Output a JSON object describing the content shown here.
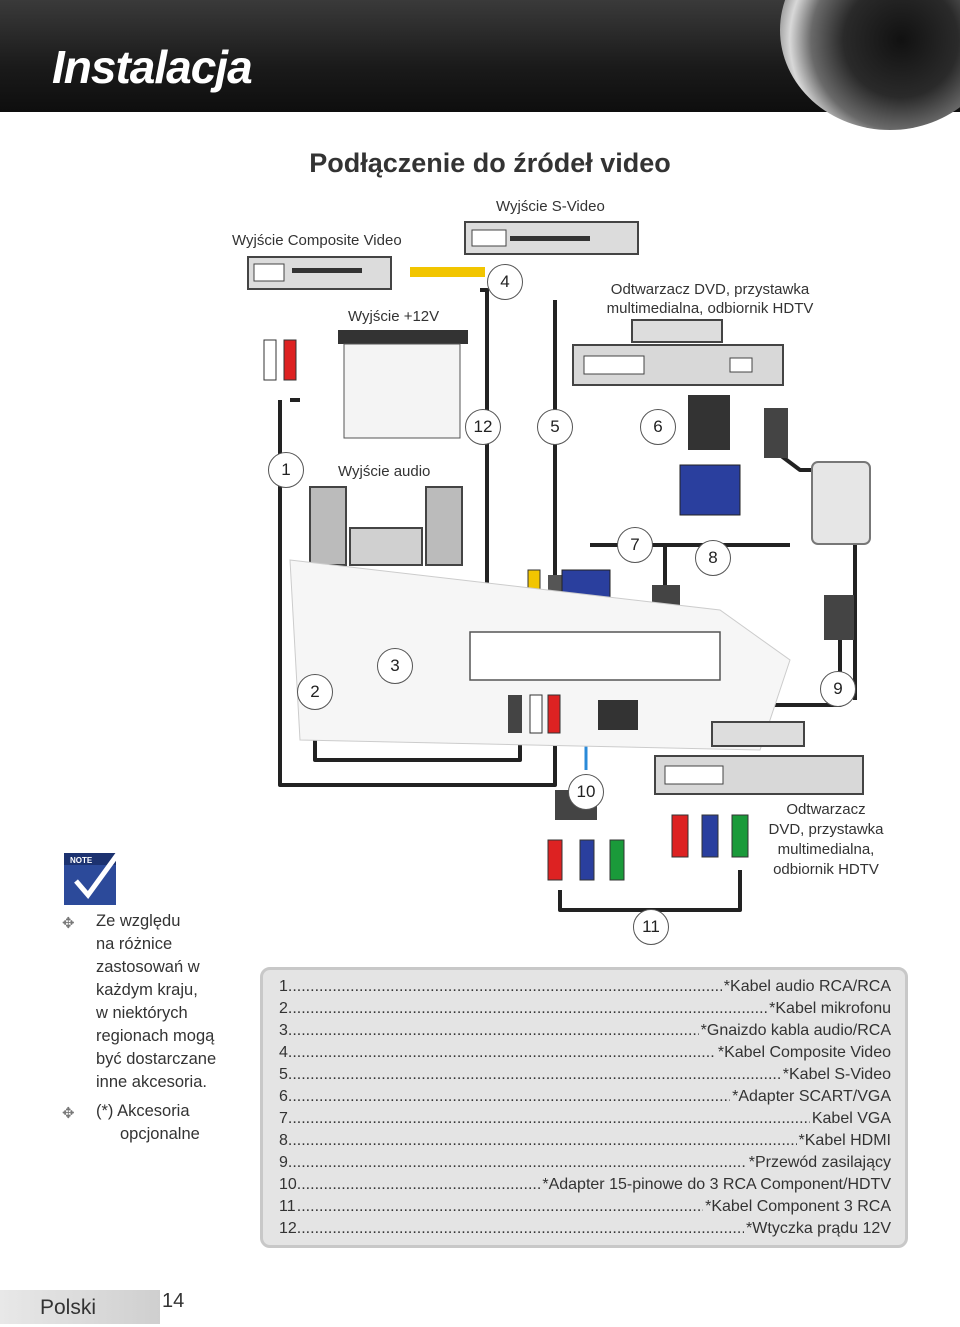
{
  "header": {
    "title": "Instalacja"
  },
  "section_title": "Podłączenie do źródeł video",
  "labels": {
    "svideo_out": "Wyjście S-Video",
    "composite_out": "Wyjście Composite Video",
    "dvd_top": "Odtwarzacz DVD, przystawka multimedialna, odbiornik HDTV",
    "dvd_top_line1": "Odtwarzacz DVD, przystawka",
    "dvd_top_line2": "multimedialna, odbiornik HDTV",
    "plus12v": "Wyjście +12V",
    "audio_out": "Wyjście audio",
    "dvd_bottom_line1": "Odtwarzacz",
    "dvd_bottom_line2": "DVD, przystawka",
    "dvd_bottom_line3": "multimedialna,",
    "dvd_bottom_line4": "odbiornik HDTV"
  },
  "callouts": [
    "1",
    "2",
    "3",
    "4",
    "5",
    "6",
    "7",
    "8",
    "9",
    "10",
    "11",
    "12"
  ],
  "notes": {
    "items": [
      {
        "line1": "Ze względu",
        "rest": [
          "na różnice",
          "zastosowań w",
          "każdym kraju,",
          "w niektórych",
          "regionach mogą",
          "być dostarczane",
          "inne akcesoria."
        ]
      },
      {
        "line1": "(*) Akcesoria",
        "rest": [
          "opcjonalne"
        ]
      }
    ]
  },
  "parts": [
    {
      "num": "1",
      "name": "*Kabel audio RCA/RCA"
    },
    {
      "num": "2",
      "name": "*Kabel mikrofonu"
    },
    {
      "num": "3",
      "name": "*Gnaizdo kabla audio/RCA"
    },
    {
      "num": "4",
      "name": "*Kabel Composite Video"
    },
    {
      "num": "5",
      "name": "*Kabel S-Video"
    },
    {
      "num": "6",
      "name": "*Adapter SCART/VGA"
    },
    {
      "num": "7",
      "name": "Kabel VGA"
    },
    {
      "num": "8",
      "name": "*Kabel HDMI"
    },
    {
      "num": "9",
      "name": "*Przewód zasilający"
    },
    {
      "num": "10",
      "name": "*Adapter 15-pinowe do 3 RCA Component/HDTV"
    },
    {
      "num": "11",
      "name": "*Kabel Component 3 RCA"
    },
    {
      "num": "12",
      "name": "*Wtyczka prądu 12V"
    }
  ],
  "footer": {
    "language": "Polski",
    "page": "14"
  },
  "colors": {
    "header_bg": "#1a1a1a",
    "panel_bg": "#e4e4e4",
    "vga_blue": "#2a3f9e",
    "rca_red": "#d22",
    "rca_yellow": "#f2c500",
    "rca_green": "#1a9a3a"
  }
}
